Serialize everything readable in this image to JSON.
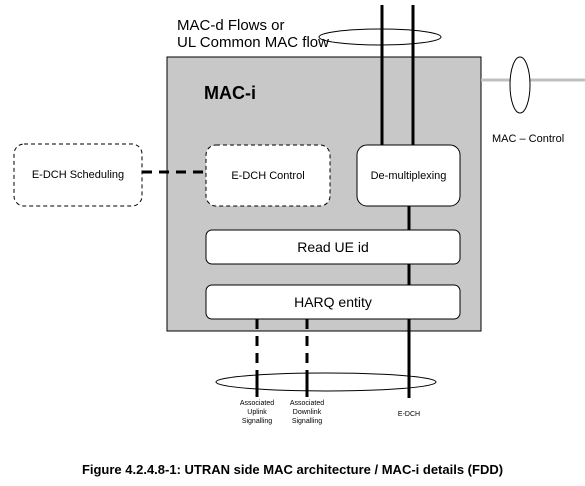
{
  "flow_label": [
    "MAC-d Flows or",
    "UL Common MAC flow"
  ],
  "mac_title": "MAC-i",
  "mac_control": "MAC – Control",
  "edch_scheduling": "E-DCH Scheduling",
  "edch_control": "E-DCH Control",
  "demultiplexing": "De-multiplexing",
  "read_ue_id": "Read UE id",
  "harq_entity": "HARQ entity",
  "assoc_uplink": [
    "Associated",
    "Uplink",
    "Signalling"
  ],
  "assoc_downlink": [
    "Associated",
    "Downlink",
    "Signalling"
  ],
  "edch_label": "E-DCH",
  "caption": "Figure 4.2.4.8-1: UTRAN side MAC architecture / MAC-i details (FDD)",
  "colors": {
    "mac_box_fill": "#c8c8c8",
    "line": "#000000",
    "control_line": "#c0c0c0"
  }
}
